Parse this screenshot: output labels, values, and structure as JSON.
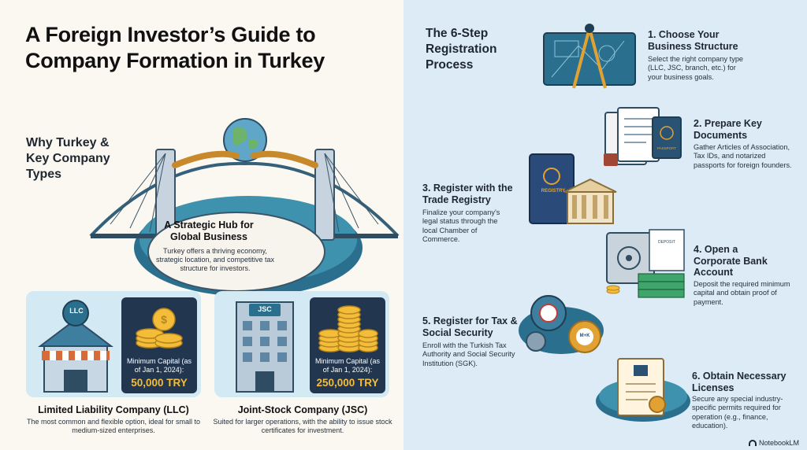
{
  "title": "A Foreign Investor’s Guide to Company Formation in Turkey",
  "left": {
    "section_heading": "Why Turkey & Key Company Types",
    "hub": {
      "title": "A Strategic Hub for Global Business",
      "desc": "Turkey offers a thriving economy, strategic location, and competitive tax structure for investors."
    },
    "llc": {
      "sign": "LLC",
      "capital_label": "Minimum Capital (as of Jan 1, 2024):",
      "capital_value": "50,000 TRY",
      "name": "Limited Liability Company (LLC)",
      "desc": "The most common and flexible option, ideal for small to medium-sized enterprises."
    },
    "jsc": {
      "sign": "JSC",
      "capital_label": "Minimum Capital (as of Jan 1, 2024):",
      "capital_value": "250,000 TRY",
      "name": "Joint-Stock Company (JSC)",
      "desc": "Suited for larger operations, with the ability to issue stock certificates for investment."
    }
  },
  "right": {
    "heading": "The 6-Step Registration Process",
    "steps": [
      {
        "title": "1. Choose Your Business Structure",
        "desc": "Select the right company type (LLC, JSC, branch, etc.) for your business goals.",
        "icon": "blueprint-compass-icon"
      },
      {
        "title": "2. Prepare Key Documents",
        "desc": "Gather Articles of Association, Tax IDs, and notarized passports for foreign founders.",
        "icon": "documents-passport-icon"
      },
      {
        "title": "3. Register with the Trade Registry",
        "desc": "Finalize your company’s legal status through the local Chamber of Commerce.",
        "icon": "registry-book-icon"
      },
      {
        "title": "4. Open a Corporate Bank Account",
        "desc": "Deposit the required minimum capital and obtain proof of payment.",
        "icon": "bank-safe-icon"
      },
      {
        "title": "5. Register for Tax & Social Security",
        "desc": "Enroll with the Turkish Tax Authority and Social Security Institution (SGK).",
        "icon": "gears-icon"
      },
      {
        "title": "6. Obtain Necessary Licenses",
        "desc": "Secure any special industry-specific permits required for operation (e.g., finance, education).",
        "icon": "certificate-icon"
      }
    ],
    "icon_labels": {
      "passport": "PASSPORT",
      "registry": "REGISTRY",
      "deposit": "DEPOSIT",
      "gear": "M+K"
    }
  },
  "footer": {
    "brand": "NotebookLM"
  },
  "colors": {
    "navy": "#22374f",
    "teal": "#2f7f99",
    "gold": "#f3bd3a",
    "card": "#d3e9f3",
    "right_bg": "#dcebf6"
  }
}
